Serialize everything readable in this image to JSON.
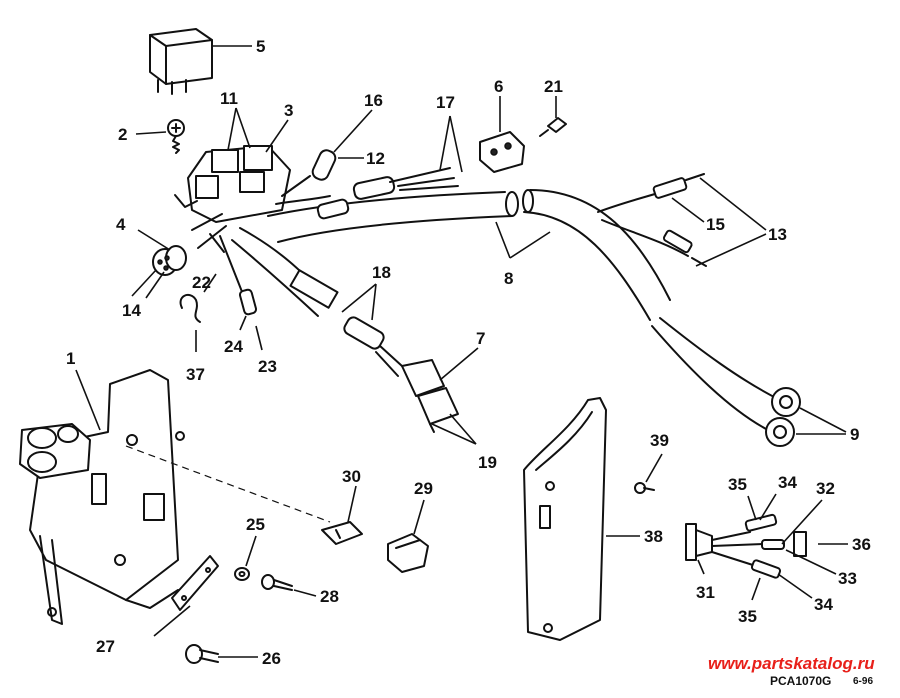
{
  "callouts": {
    "c1": "1",
    "c2": "2",
    "c3": "3",
    "c4": "4",
    "c5": "5",
    "c6": "6",
    "c7": "7",
    "c8": "8",
    "c9": "9",
    "c11": "11",
    "c12": "12",
    "c13": "13",
    "c14": "14",
    "c15": "15",
    "c16": "16",
    "c17": "17",
    "c18": "18",
    "c19": "19",
    "c21": "21",
    "c22": "22",
    "c23": "23",
    "c24": "24",
    "c25": "25",
    "c26": "26",
    "c27": "27",
    "c28": "28",
    "c29": "29",
    "c30": "30",
    "c31": "31",
    "c32": "32",
    "c33": "33",
    "c34a": "34",
    "c34b": "34",
    "c35a": "35",
    "c35b": "35",
    "c36": "36",
    "c37": "37",
    "c38": "38",
    "c39": "39"
  },
  "footer": {
    "watermark": "www.partskatalog.ru",
    "reference_code": "PCA1070G",
    "revision_date": "6-96"
  },
  "colors": {
    "line": "#111111",
    "watermark": "#e8201a",
    "background": "#ffffff"
  }
}
